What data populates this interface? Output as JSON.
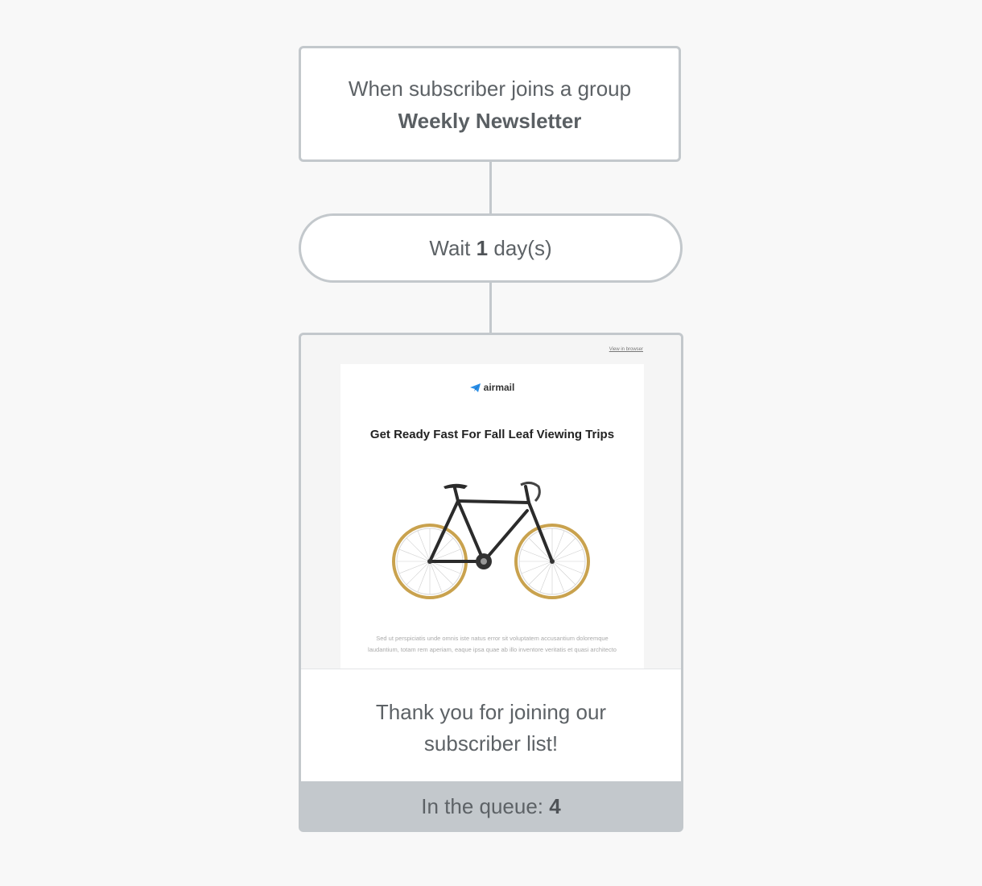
{
  "trigger": {
    "line1": "When subscriber joins a group",
    "group_name": "Weekly Newsletter"
  },
  "wait": {
    "prefix": "Wait",
    "amount": "1",
    "unit": "day(s)"
  },
  "email": {
    "browser_link": "View in browser",
    "logo_text": "airmail",
    "logo_icon": "paper-plane-icon",
    "headline": "Get Ready Fast For Fall Leaf Viewing Trips",
    "image": "bicycle-image",
    "body_text": "Sed ut perspiciatis unde omnis iste natus error sit voluptatem accusantium doloremque laudantium, totam rem aperiam, eaque ipsa quae ab illo inventore veritatis et quasi architecto",
    "caption": "Thank you for joining our subscriber list!"
  },
  "queue": {
    "label": "In the queue:",
    "count": "4"
  },
  "colors": {
    "border": "#c3c8cc",
    "background": "#f8f8f8",
    "text": "#5d6266",
    "accent": "#2a8fe8"
  }
}
